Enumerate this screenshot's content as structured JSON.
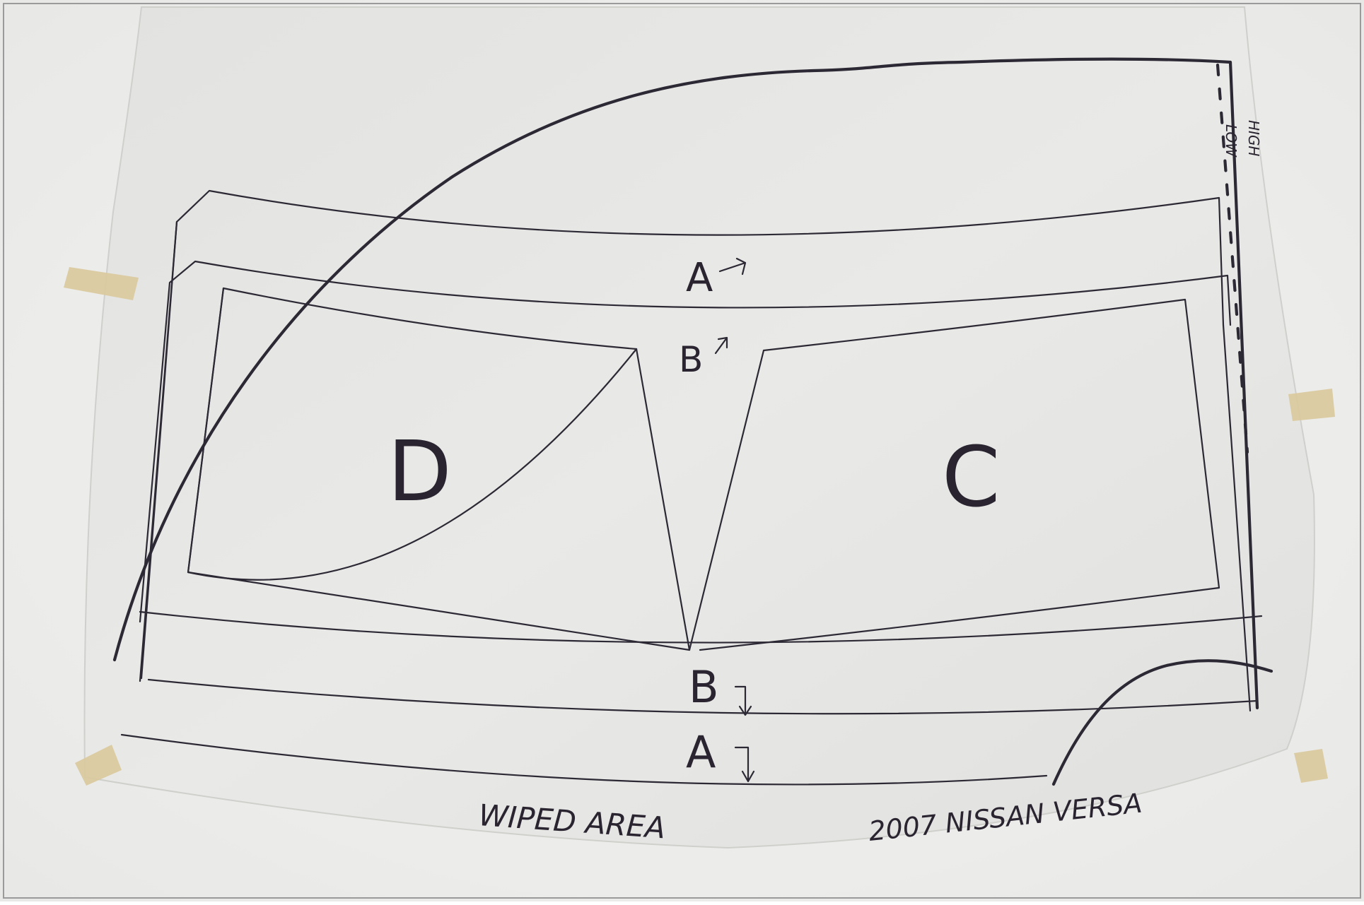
{
  "drawing": {
    "label_a_top": "A",
    "label_b_top": "B",
    "label_d": "D",
    "label_c": "C",
    "label_b_bottom": "B",
    "label_a_bottom": "A",
    "caption_left": "WIPED AREA",
    "caption_right": "2007 NISSAN VERSA",
    "side_low": "LOW",
    "side_high": "HIGH",
    "colors": {
      "wall": "#f1f1ef",
      "paper": "#e6e6e4",
      "ink": "#2c2834",
      "tape": "#d8c79a"
    }
  }
}
